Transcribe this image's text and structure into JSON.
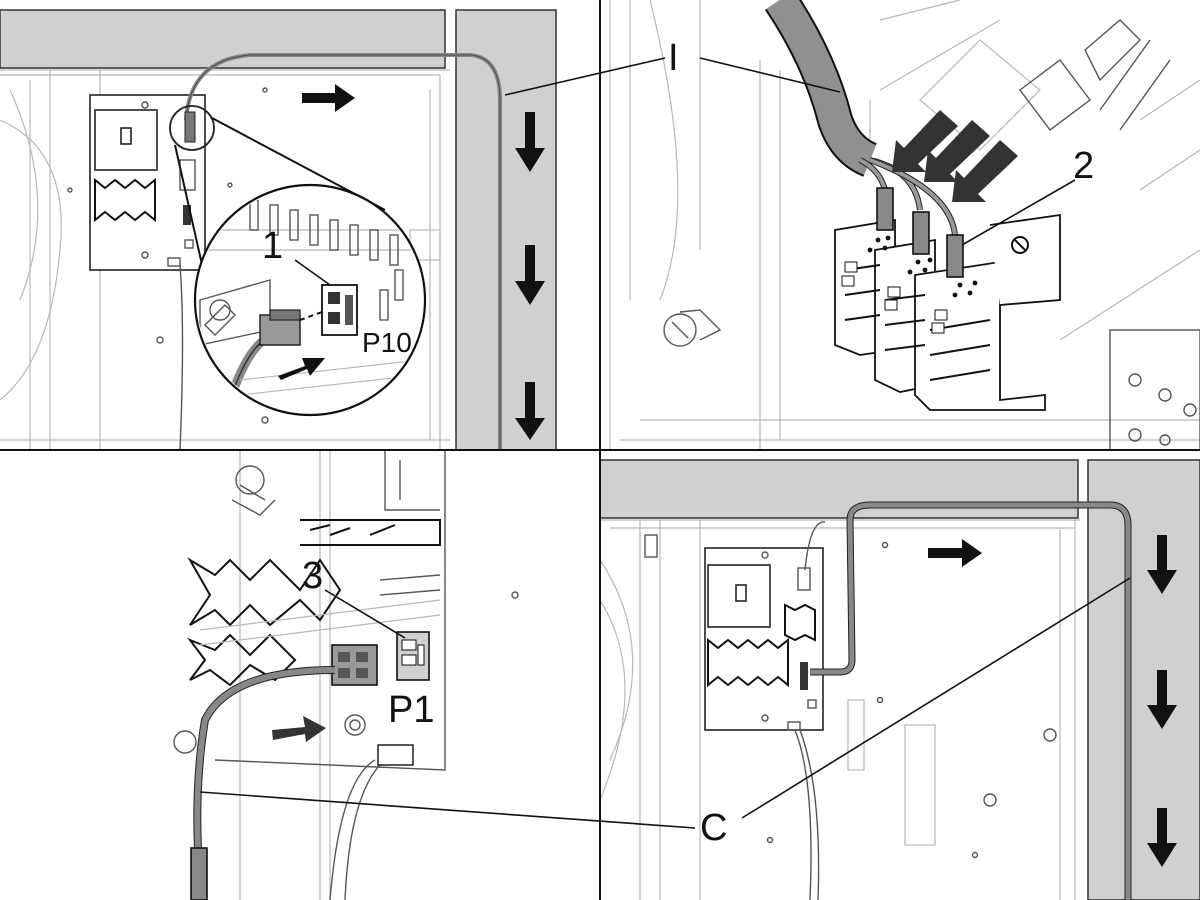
{
  "labels": {
    "cable_I": "I",
    "cable_C": "C",
    "step_1": "1",
    "step_2": "2",
    "step_3": "3",
    "connector_P10": "P10",
    "connector_P1": "P1"
  },
  "colors": {
    "line": "#111111",
    "panel_gray": "#d0d0d0",
    "cable_gray": "#888888",
    "light_line": "#b8b8b8",
    "background": "#ffffff"
  },
  "icons": [
    "arrow-right-icon",
    "arrow-down-icon",
    "arrow-diagonal-icon",
    "zoom-circle-icon"
  ]
}
